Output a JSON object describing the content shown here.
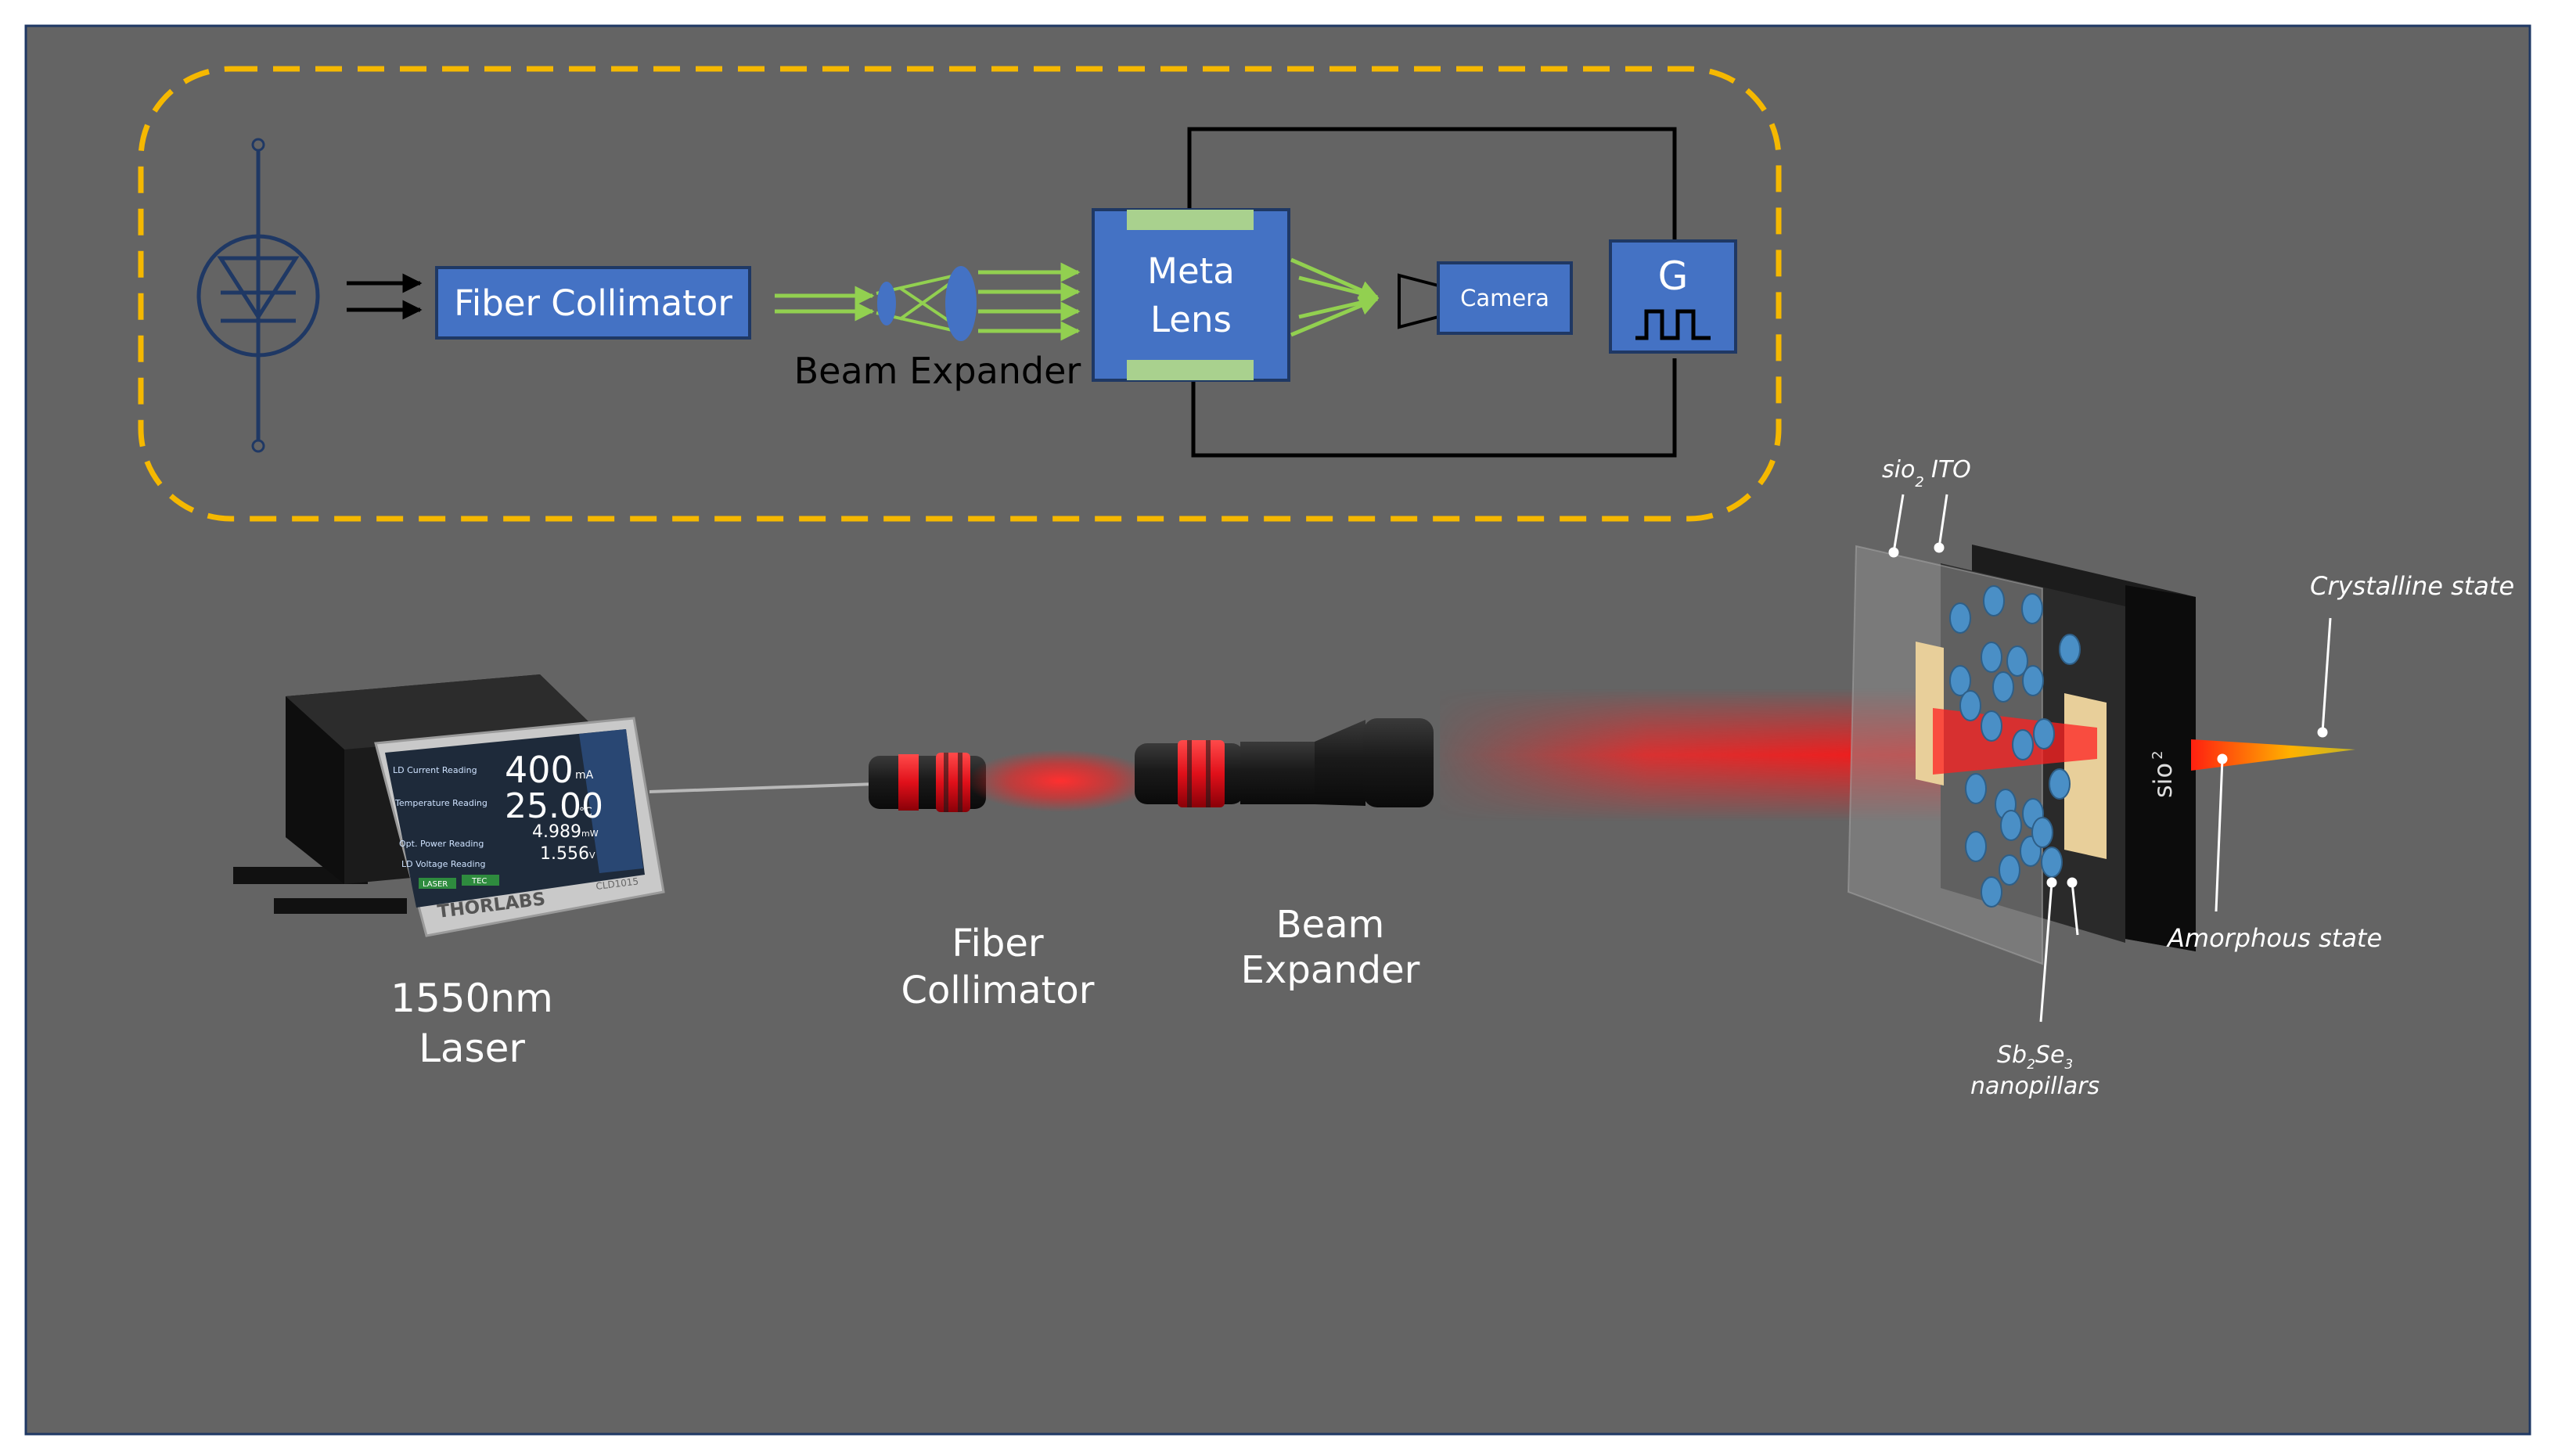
{
  "schematic": {
    "fiber_collimator_label": "Fiber Collimator",
    "beam_expander_label": "Beam Expander",
    "meta_lens_line1": "Meta",
    "meta_lens_line2": "Lens",
    "camera_label": "Camera",
    "generator_label": "G"
  },
  "scene": {
    "laser_label_line1": "1550nm",
    "laser_label_line2": "Laser",
    "fiber_collimator_line1": "Fiber",
    "fiber_collimator_line2": "Collimator",
    "beam_expander_line1": "Beam",
    "beam_expander_line2": "Expander",
    "device_screen": {
      "current_value": "400",
      "current_unit": "mA",
      "temperature_value": "25.00",
      "temperature_unit": "°C",
      "power_value": "4.989",
      "power_unit": "mW",
      "voltage_value": "1.556",
      "voltage_unit": "V",
      "rows": [
        "LD Current Reading",
        "Temperature Reading",
        "Opt. Power Reading",
        "LD Voltage Reading"
      ],
      "laser_button": "LASER",
      "tec_button": "TEC"
    },
    "device_brand": "THORLABS",
    "device_model": "CLD1015",
    "metasurface": {
      "sio2_top_main": "sio",
      "sio2_top_sub": "2",
      "ito_label": "ITO",
      "sio2_side_main": "sio",
      "sio2_side_sub": "2",
      "crystalline_label": "Crystalline state",
      "amorphous_label": "Amorphous state",
      "nanopillars_line1_main": "Sb",
      "nanopillars_line1_sub1": "2",
      "nanopillars_line1_mid": "Se",
      "nanopillars_line1_sub2": "3",
      "nanopillars_line2": "nanopillars"
    }
  },
  "colors": {
    "background": "#646464",
    "frame_border": "#1f3864",
    "dashed_box": "#f5b800",
    "block_fill": "#4472c4",
    "block_border": "#1f3864",
    "beam_green": "#92d050",
    "laser_red": "#ff2020",
    "wire": "#000000"
  }
}
